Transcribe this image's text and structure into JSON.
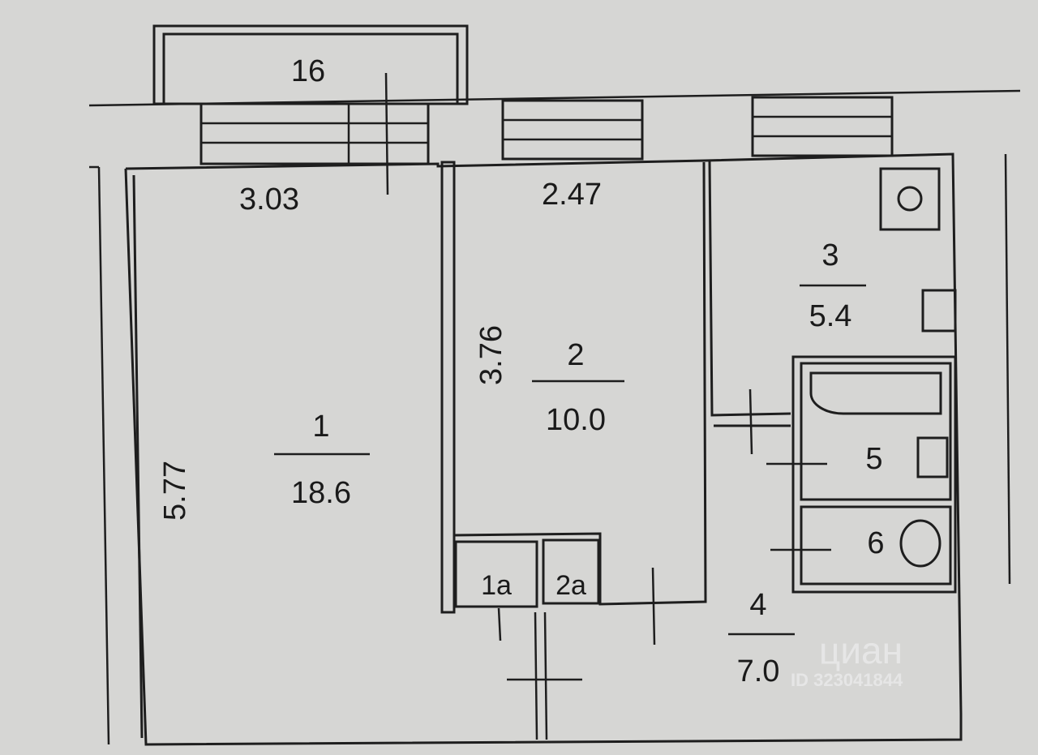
{
  "balcony": {
    "label": "16"
  },
  "rooms": [
    {
      "number": "1",
      "area": "18.6"
    },
    {
      "number": "2",
      "area": "10.0"
    },
    {
      "number": "3",
      "area": "5.4"
    },
    {
      "number": "4",
      "area": "7.0"
    },
    {
      "number": "5"
    },
    {
      "number": "6"
    },
    {
      "number": "1a"
    },
    {
      "number": "2a"
    }
  ],
  "dimensions": {
    "room1_width": "3.03",
    "room1_length": "5.77",
    "room2_width": "2.47",
    "room2_length": "3.76"
  },
  "watermark": {
    "brand": "циан",
    "id": "ID 323041844"
  }
}
